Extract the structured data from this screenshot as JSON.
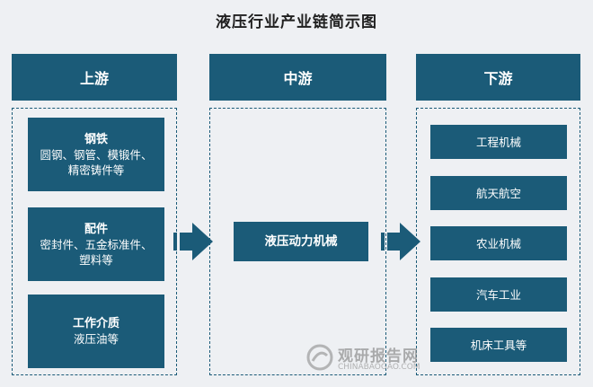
{
  "title": "液压行业产业链简示图",
  "columns": {
    "upstream": {
      "header": "上游",
      "items": [
        {
          "title": "钢铁",
          "lines": [
            "圆钢、钢管、模锻件、",
            "精密铸件等"
          ]
        },
        {
          "title": "配件",
          "lines": [
            "密封件、五金标准件、",
            "塑料等"
          ]
        },
        {
          "title": "工作介质",
          "lines": [
            "液压油等"
          ]
        }
      ]
    },
    "midstream": {
      "header": "中游",
      "items": [
        {
          "title": "液压动力机械"
        }
      ]
    },
    "downstream": {
      "header": "下游",
      "items": [
        "工程机械",
        "航天航空",
        "农业机械",
        "汽车工业",
        "机床工具等"
      ]
    }
  },
  "watermark": {
    "name": "观研报告网",
    "url": "CHINABAOGAO.COM"
  },
  "colors": {
    "primary": "#1b5b78",
    "background": "#eef0f3"
  }
}
